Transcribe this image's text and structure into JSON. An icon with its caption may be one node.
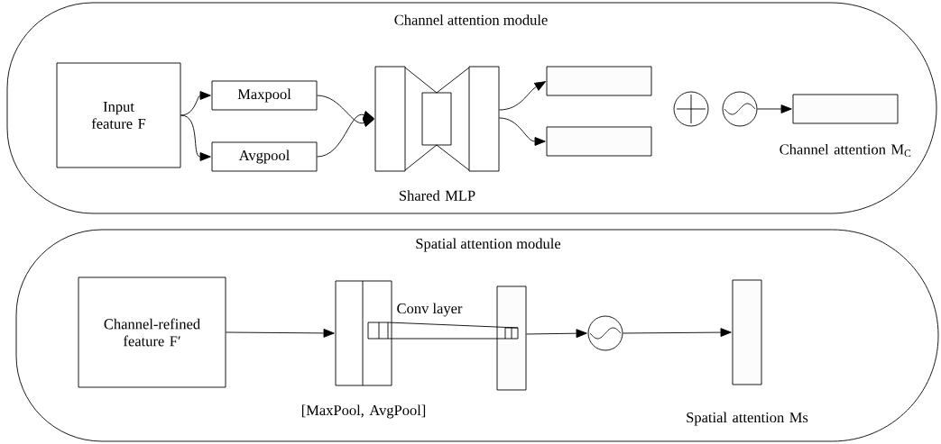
{
  "diagram": {
    "nodes": [
      {
        "text": [
          "Channel attention module"
        ]
      },
      {
        "text": [
          "Input feature F"
        ],
        "in": 0
      },
      {
        "text": [
          "Maxpool"
        ],
        "in": 0
      },
      {
        "text": [
          "Avgpool"
        ],
        "in": 0
      },
      {
        "text": [
          "Shared MLP"
        ],
        "in": 0
      },
      {
        "text": [],
        "shape": "box",
        "in": 0
      },
      {
        "text": [],
        "shape": "box",
        "in": 0
      },
      {
        "text": [],
        "shape": "circle",
        "in": 0
      },
      {
        "text": [],
        "shape": "circle",
        "in": 0
      },
      {
        "text": [
          "Channel attention M$_{C}$"
        ],
        "in": 0
      },
      {
        "text": [
          "Spatial attention module"
        ]
      },
      {
        "text": [
          "Channel-refined feature F′"
        ],
        "in": 10
      },
      {
        "text": [
          "[MaxPool, AvgPool]"
        ],
        "in": 10
      },
      {
        "text": [],
        "shape": "box",
        "in": 10
      },
      {
        "text": [],
        "shape": "circle",
        "in": 10
      },
      {
        "text": [
          "Spatial attention Ms"
        ],
        "in": 10
      }
    ],
    "edges": [
      {
        "from": 1,
        "to": 2,
        "arrow": "to"
      },
      {
        "from": 1,
        "to": 3,
        "arrow": "to"
      },
      {
        "from": 2,
        "to": 4,
        "arrow": "to"
      },
      {
        "from": 3,
        "to": 4,
        "arrow": "to"
      },
      {
        "from": 4,
        "to": 5,
        "arrow": "to"
      },
      {
        "from": 4,
        "to": 6,
        "arrow": "to"
      },
      {
        "from": 8,
        "to": 9,
        "arrow": "to"
      },
      {
        "from": 11,
        "to": 12,
        "arrow": "to"
      },
      {
        "from": 13,
        "to": 14,
        "arrow": "to"
      },
      {
        "from": 14,
        "to": 15,
        "arrow": "to"
      }
    ],
    "labels": [
      "Conv layer"
    ]
  }
}
